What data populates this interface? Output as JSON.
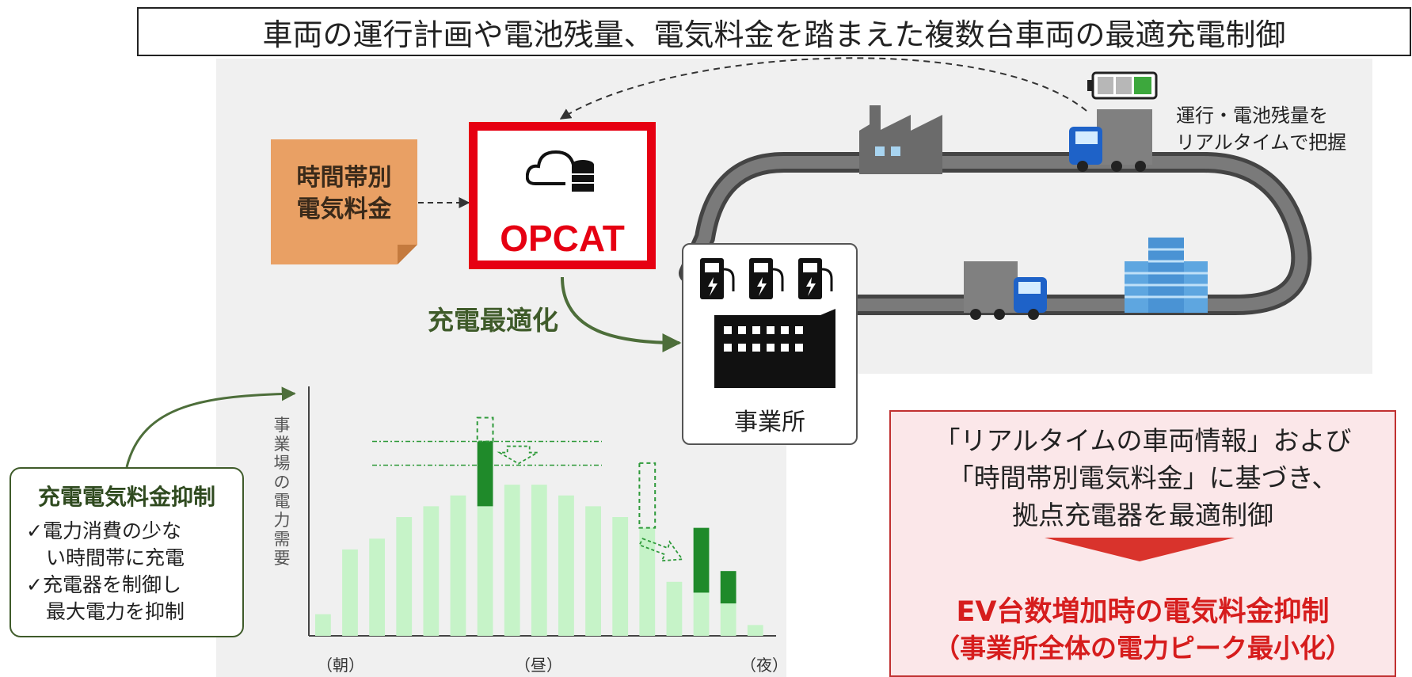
{
  "title": "車両の運行計画や電池残量、電気料金を踏まえた複数台車両の最適充電制御",
  "price_input": {
    "text": "時間帯別\n電気料金"
  },
  "opcat": {
    "label": "OPCAT",
    "icon": "cloud-database-icon",
    "color": "#e60012"
  },
  "optimization_label": "充電最適化",
  "office": {
    "label": "事業所",
    "icons": [
      "ev-charger-icon",
      "ev-charger-icon",
      "ev-charger-icon",
      "office-building-icon"
    ]
  },
  "realtime_note": "運行・電池残量を\nリアルタイムで把握",
  "route_icons": [
    "battery-icon",
    "truck-icon",
    "factory-icon",
    "truck-icon",
    "building-icon"
  ],
  "summary": {
    "text": "「リアルタイムの車両情報」および\n「時間帯別電気料金」に基づき、\n拠点充電器を最適制御",
    "result_line1": "EV台数増加時の電気料金抑制",
    "result_line2": "（事業所全体の電力ピーク最小化）"
  },
  "side_note": {
    "title": "充電電気料金抑制",
    "body": "✓電力消費の少な\n　い時間帯に充電\n✓充電器を制御し\n　最大電力を抑制"
  },
  "chart_data": {
    "type": "bar",
    "ylabel": "事\n業\n場\nの\n電\n力\n需\n要",
    "xlabels": [
      "（朝）",
      "（昼）",
      "（夜）"
    ],
    "base": [
      2,
      8,
      9,
      11,
      12,
      13,
      12,
      14,
      14,
      13,
      12,
      11,
      10,
      5,
      4,
      3,
      1
    ],
    "added": [
      0,
      0,
      0,
      0,
      0,
      0,
      6,
      0,
      0,
      0,
      0,
      0,
      0,
      0,
      6,
      3,
      0
    ],
    "moved_from": [
      0,
      0,
      0,
      0,
      0,
      0,
      0,
      0,
      0,
      0,
      0,
      0,
      6,
      0,
      0,
      0,
      0
    ],
    "ylim": [
      0,
      22
    ],
    "colors": {
      "base": "#c6f3c8",
      "added": "#1f8a2a",
      "outline": "#2e9a3a"
    }
  }
}
